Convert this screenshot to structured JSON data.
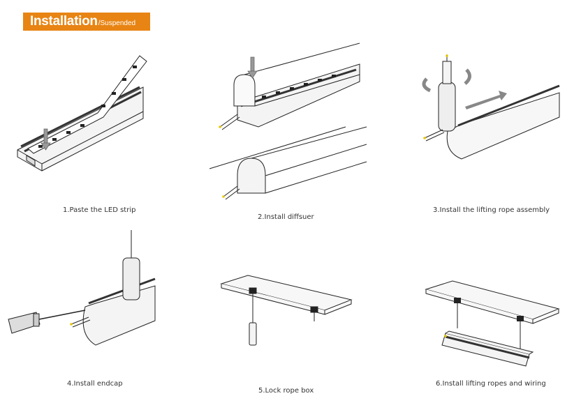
{
  "header": {
    "title": "Installation",
    "subtitle": "/Suspended",
    "accent_color": "#e88413"
  },
  "steps": [
    {
      "caption": "1.Paste the LED strip"
    },
    {
      "caption": "2.Install diffsuer"
    },
    {
      "caption": "3.Install the lifting rope assembly"
    },
    {
      "caption": "4.Install endcap"
    },
    {
      "caption": "5.Lock rope box"
    },
    {
      "caption": "6.Install lifting ropes and wiring"
    }
  ]
}
